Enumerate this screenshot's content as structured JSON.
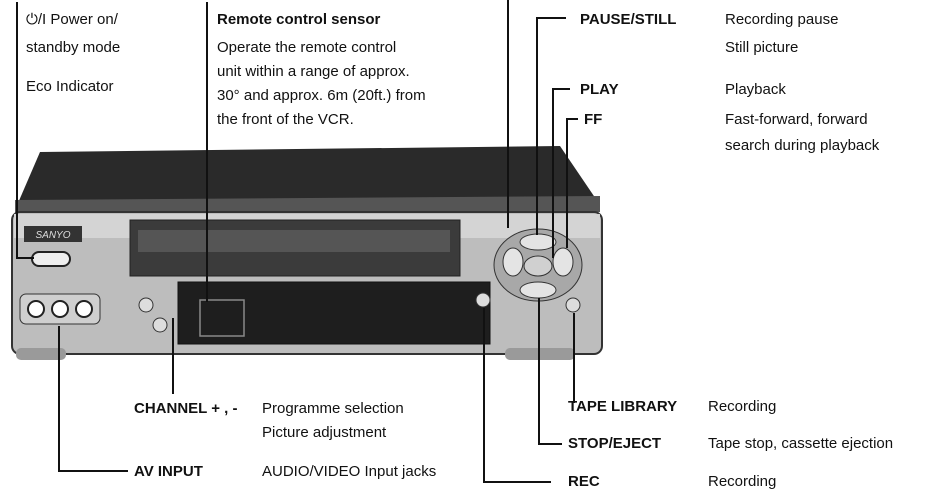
{
  "power": {
    "line1": "⏻/I  Power on/",
    "line2": "standby mode",
    "eco": "Eco Indicator"
  },
  "sensor": {
    "title": "Remote control sensor",
    "line1": "Operate the remote control",
    "line2": "unit within a range of approx.",
    "line3": "30° and approx. 6m (20ft.) from",
    "line4": "the front of the VCR."
  },
  "pause": {
    "label": "PAUSE/STILL",
    "desc1": "Recording pause",
    "desc2": "Still picture"
  },
  "play": {
    "label": "PLAY",
    "desc": "Playback"
  },
  "ff": {
    "label": "FF",
    "desc1": "Fast-forward, forward",
    "desc2": "search during playback"
  },
  "channel": {
    "label": "CHANNEL + , -",
    "desc1": "Programme selection",
    "desc2": "Picture adjustment"
  },
  "av_input": {
    "label": "AV INPUT",
    "desc": "AUDIO/VIDEO Input jacks"
  },
  "tape_library": {
    "label": "TAPE LIBRARY",
    "desc": "Recording"
  },
  "stop_eject": {
    "label": "STOP/EJECT",
    "desc": "Tape stop, cassette ejection"
  },
  "rec": {
    "label": "REC",
    "desc": "Recording"
  },
  "vcr": {
    "brand": "SANYO"
  }
}
